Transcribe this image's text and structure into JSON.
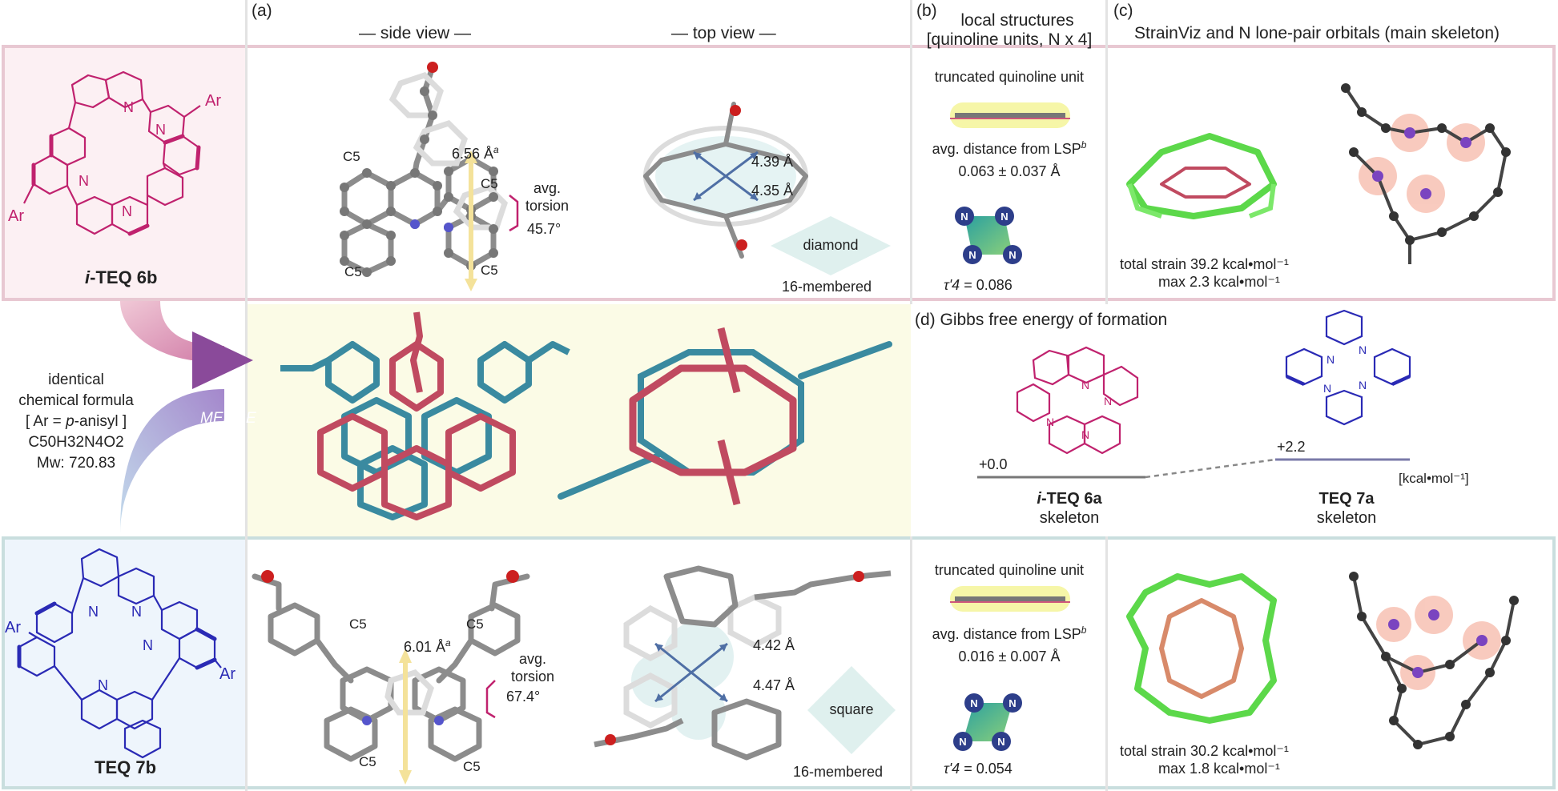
{
  "header": {
    "panel_a": "(a)",
    "side_view": "— side view —",
    "top_view": "— top view —",
    "panel_b": "(b)",
    "local_structures_1": "local structures",
    "local_structures_2": "[quinoline units, N x 4]",
    "panel_c": "(c)",
    "strainviz_title": "StrainViz and N lone-pair orbitals (main skeleton)"
  },
  "top_row": {
    "compound_prefix": "i",
    "compound_name": "-TEQ 6b",
    "ar_label": "Ar",
    "n_label": "N",
    "side_view": {
      "c5_labels": [
        "C5",
        "C5",
        "C5",
        "C5"
      ],
      "distance": "6.56 Å",
      "superscript": "a",
      "torsion_label_1": "avg.",
      "torsion_label_2": "torsion",
      "torsion_value": "45.7°"
    },
    "top_view": {
      "dist_1": "4.39 Å",
      "dist_2": "4.35 Å",
      "shape": "diamond",
      "ring_size": "16-membered"
    },
    "local": {
      "unit_label": "truncated quinoline unit",
      "lsp_label": "avg. distance from LSP",
      "lsp_sup": "b",
      "lsp_value": "0.063 ± 0.037 Å",
      "tau_label": "τ'4",
      "tau_value": "= 0.086"
    },
    "strain": {
      "total_label": "total strain 39.2 kcal•mol⁻¹",
      "max_label": "max   2.3 kcal•mol⁻¹"
    }
  },
  "middle_row": {
    "identical_1": "identical",
    "identical_2": "chemical formula",
    "ar_def_prefix": "[ Ar = ",
    "ar_def_italic": "p",
    "ar_def_suffix": "-anisyl ]",
    "formula": "C50H32N4O2",
    "mw": "Mw: 720.83",
    "merge": "MERGE",
    "gibbs_title": "(d) Gibbs free energy of formation",
    "energy_6a": "+0.0",
    "energy_7a": "+2.2",
    "units": "[kcal•mol⁻¹]",
    "label_6a_prefix": "i",
    "label_6a": "-TEQ 6a",
    "label_7a": "TEQ 7a",
    "skeleton": "skeleton"
  },
  "bottom_row": {
    "compound_name": "TEQ 7b",
    "ar_label": "Ar",
    "n_label": "N",
    "side_view": {
      "c5_labels": [
        "C5",
        "C5",
        "C5",
        "C5"
      ],
      "distance": "6.01 Å",
      "superscript": "a",
      "torsion_label_1": "avg.",
      "torsion_label_2": "torsion",
      "torsion_value": "67.4°"
    },
    "top_view": {
      "dist_1": "4.42 Å",
      "dist_2": "4.47 Å",
      "shape": "square",
      "ring_size": "16-membered"
    },
    "local": {
      "unit_label": "truncated quinoline unit",
      "lsp_label": "avg. distance from LSP",
      "lsp_sup": "b",
      "lsp_value": "0.016 ± 0.007 Å",
      "tau_label": "τ'4",
      "tau_value": "= 0.054"
    },
    "strain": {
      "total_label": "total strain 30.2 kcal•mol⁻¹",
      "max_label": "max   1.8 kcal•mol⁻¹"
    }
  },
  "colors": {
    "magenta": "#c0226e",
    "blue": "#2a2ab5",
    "pink_frame": "#e8c8d2",
    "blue_frame": "#c9dede",
    "pink_fill": "#fcf0f3",
    "blue_fill": "#eef5fc",
    "yellow_fill": "#fbfbe6",
    "teal": "#3a8aa0",
    "crimson": "#c04a60",
    "gray_atom": "#7a7a7a",
    "merge_purple": "#8a4a9a"
  }
}
